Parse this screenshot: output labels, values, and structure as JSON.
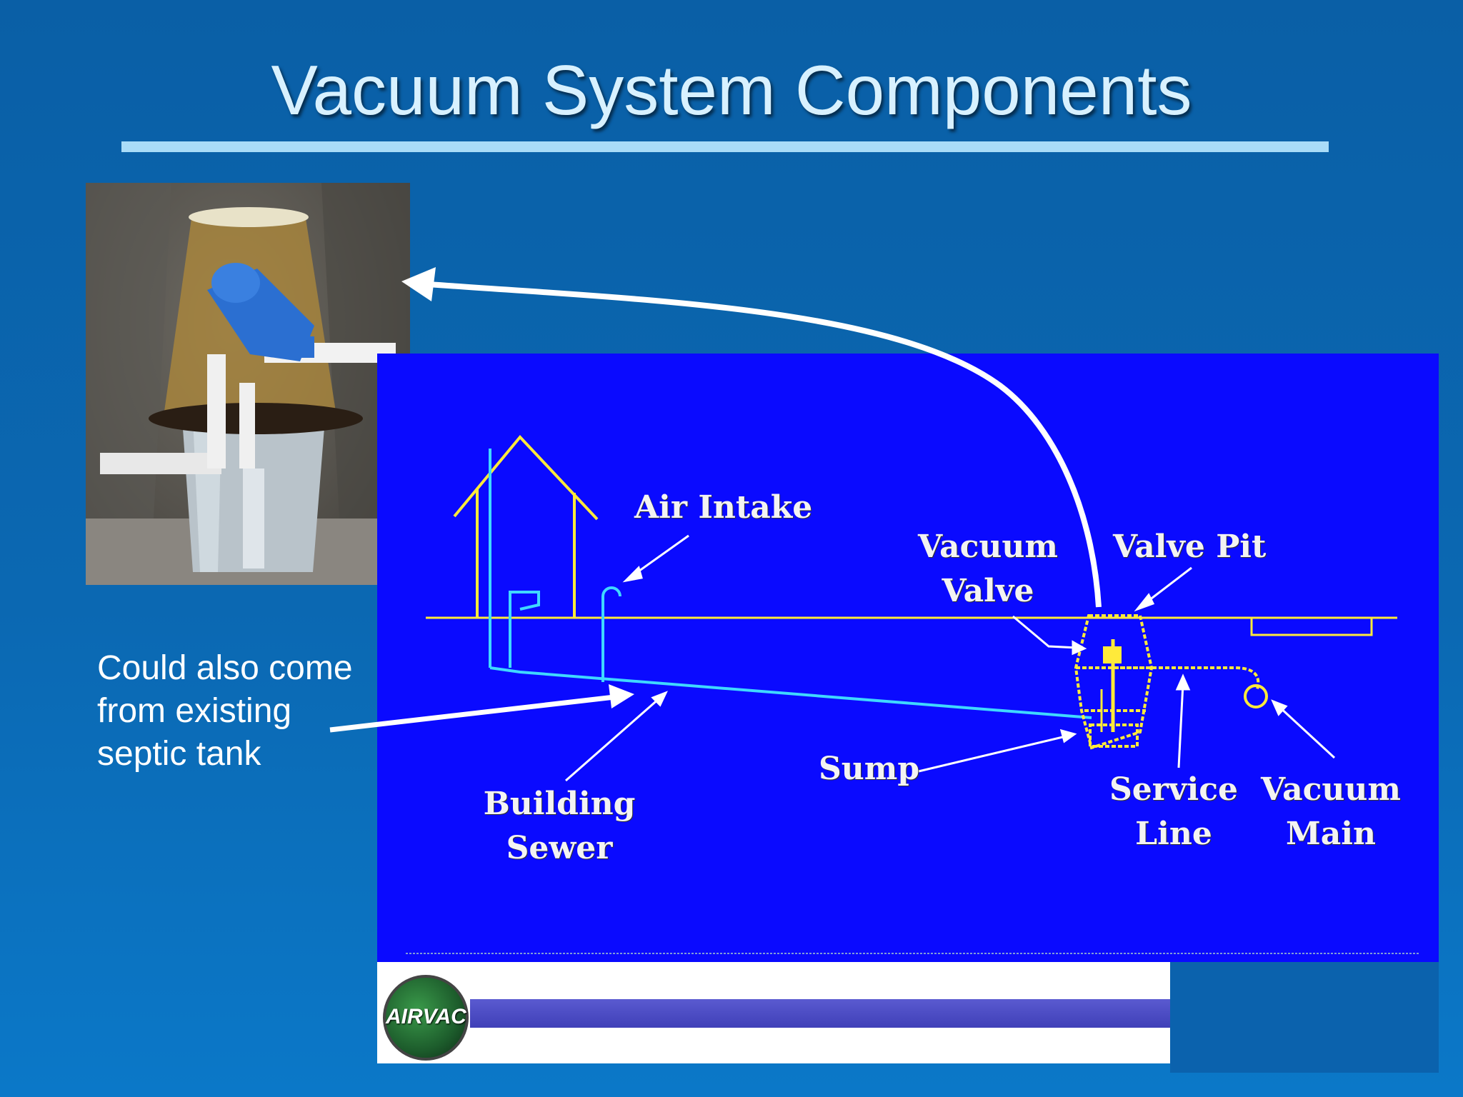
{
  "slide": {
    "title": "Vacuum System Components",
    "note_lines": [
      "Could also come",
      "from existing",
      "septic tank"
    ]
  },
  "diagram": {
    "labels": {
      "air_intake": "Air Intake",
      "vacuum_valve_1": "Vacuum",
      "vacuum_valve_2": "Valve",
      "valve_pit": "Valve Pit",
      "sump": "Sump",
      "building_sewer_1": "Building",
      "building_sewer_2": "Sewer",
      "service_line_1": "Service",
      "service_line_2": "Line",
      "vacuum_main_1": "Vacuum",
      "vacuum_main_2": "Main"
    }
  },
  "footer": {
    "logo_text": "AIRVAC"
  },
  "colors": {
    "background": "#0b68b2",
    "title": "#d8f1ff",
    "rule": "#a9dcf8",
    "diagram_bg": "#0a0aff",
    "house": "#ffea3a",
    "pipe": "#3fd8ff"
  }
}
